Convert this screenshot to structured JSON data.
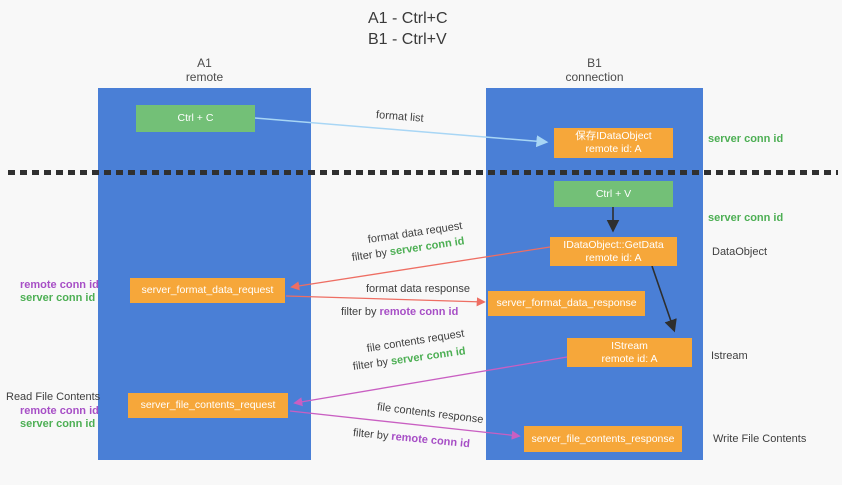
{
  "title": {
    "line1": "A1 - Ctrl+C",
    "line2": "B1 - Ctrl+V"
  },
  "columns": {
    "a": {
      "id": "A1",
      "subtitle": "remote"
    },
    "b": {
      "id": "B1",
      "subtitle": "connection"
    }
  },
  "nodes": {
    "ctrl_c": {
      "label": "Ctrl + C"
    },
    "ctrl_v": {
      "label": "Ctrl + V"
    },
    "save_dataobject": {
      "line1": "保存IDataObject",
      "line2": "remote id: A"
    },
    "getdata": {
      "line1": "IDataObject::GetData",
      "line2": "remote id: A"
    },
    "istream": {
      "line1": "IStream",
      "line2": "remote id: A"
    },
    "server_format_data_request": {
      "label": "server_format_data_request"
    },
    "server_format_data_response": {
      "label": "server_format_data_response"
    },
    "server_file_contents_request": {
      "label": "server_file_contents_request"
    },
    "server_file_contents_response": {
      "label": "server_file_contents_response"
    }
  },
  "edge_labels": {
    "format_list": "format list",
    "format_data_request": "format data request",
    "format_data_response": "format data response",
    "file_contents_request": "file contents request",
    "file_contents_response": "file contents response",
    "filter_by": "filter by"
  },
  "ids": {
    "server_conn_id": "server conn id",
    "remote_conn_id": "remote conn id"
  },
  "annotations": {
    "right_top_server_conn_id": "server conn id",
    "right_mid_server_conn_id": "server conn id",
    "dataobject": "DataObject",
    "istream": "Istream",
    "write_file_contents": "Write File Contents",
    "read_file_contents": "Read File Contents"
  },
  "colors": {
    "lane_blue": "#4a7fd6",
    "key_green": "#73c077",
    "handler_orange": "#f6a73a",
    "arrow_red": "#ee6e63",
    "arrow_magenta": "#c95fc2",
    "arrow_light_blue": "#a8d6f5",
    "arrow_black": "#2e2e2e",
    "conn_id_green": "#4daf54",
    "conn_id_purple": "#a74fc6"
  }
}
